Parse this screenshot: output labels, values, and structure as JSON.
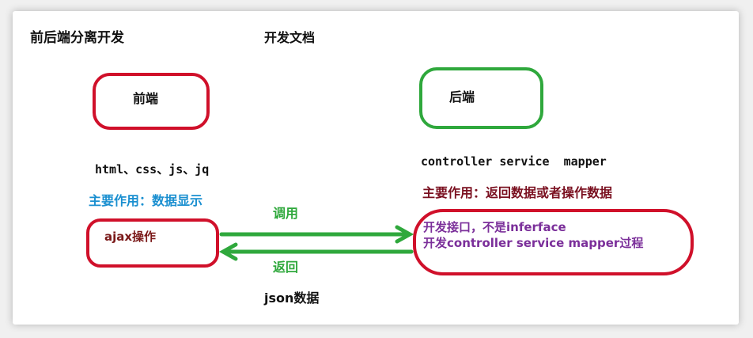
{
  "title": "前后端分离开发",
  "doc_label": "开发文档",
  "frontend": {
    "box_label": "前端",
    "tech": "html、css、js、jq",
    "role": "主要作用：数据显示",
    "ajax_label": "ajax操作"
  },
  "backend": {
    "box_label": "后端",
    "tech": "controller service  mapper",
    "role": "主要作用：返回数据或者操作数据",
    "dev_line1": "开发接口，不是inferface",
    "dev_line2": "开发controller service mapper过程"
  },
  "arrows": {
    "call_label": "调用",
    "return_label": "返回",
    "json_label": "json数据"
  },
  "colors": {
    "red_border": "#d0102a",
    "green_border": "#2fa83c",
    "arrow_green": "#2fa83c",
    "role_blue": "#1a8fd0",
    "role_dark_red": "#7a1020",
    "purple_text": "#7b2f9a",
    "dark_red_text": "#7a1818"
  }
}
